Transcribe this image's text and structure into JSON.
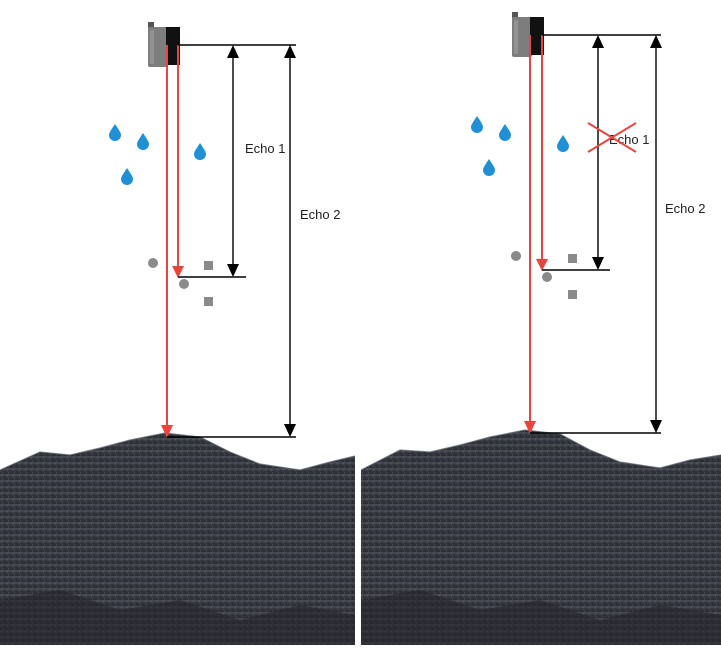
{
  "panels": [
    {
      "id": "left",
      "echo1_label": "Echo 1",
      "echo2_label": "Echo 2",
      "echo1_crossed": false
    },
    {
      "id": "right",
      "echo1_label": "Echo 1",
      "echo2_label": "Echo 2",
      "echo1_crossed": true
    }
  ],
  "icons": {
    "sensor": "radar-sensor-icon",
    "droplet": "water-droplet-icon",
    "particle": "dust-particle-icon",
    "pile": "material-pile-image",
    "cross": "cross-out-icon"
  },
  "colors": {
    "beam": "#e8453c",
    "dimension": "#000000",
    "dimension_gray": "#555555",
    "droplet": "#1f8fd6",
    "particle": "#8a8a8a",
    "pile_dark": "#2e3138",
    "pile_light": "#6b6f78",
    "cross": "#e8453c"
  }
}
